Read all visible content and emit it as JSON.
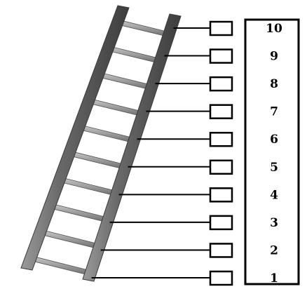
{
  "diagram": {
    "levels": [
      "1",
      "2",
      "3",
      "4",
      "5",
      "6",
      "7",
      "8",
      "9",
      "10"
    ]
  }
}
